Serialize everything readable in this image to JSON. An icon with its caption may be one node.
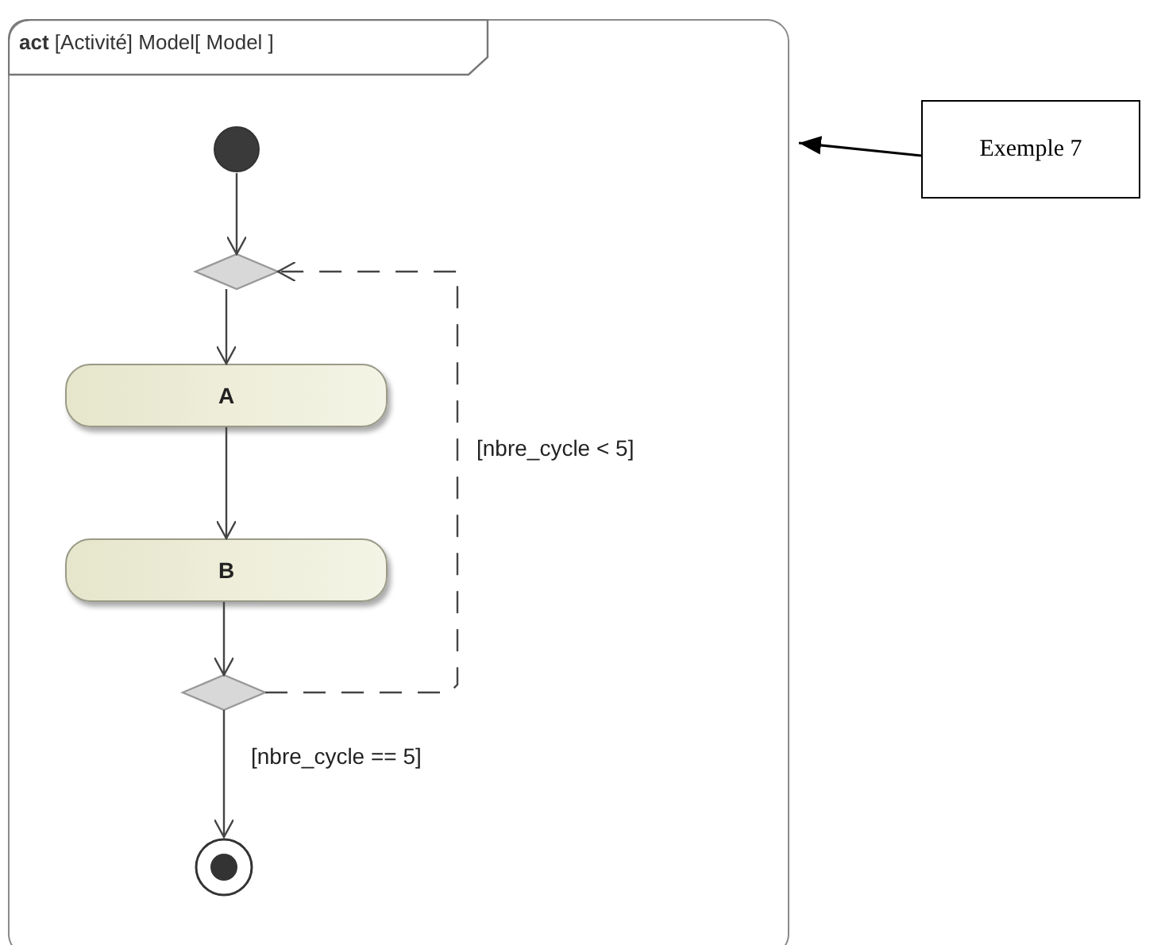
{
  "diagram": {
    "nodes": [
      {
        "text": [
          "**act** [Activité] Model[ Model ]"
        ]
      },
      {
        "text": [],
        "shape": "circle",
        "in": 0
      },
      {
        "text": [],
        "shape": "diamond",
        "in": 0
      },
      {
        "text": [
          "A"
        ],
        "in": 0
      },
      {
        "text": [
          "B"
        ],
        "in": 0
      },
      {
        "text": [],
        "shape": "diamond",
        "in": 0
      },
      {
        "text": [],
        "shape": "circle",
        "in": 0
      },
      {
        "text": [
          "Exemple 7"
        ]
      }
    ],
    "edges": [
      {
        "from": 1,
        "to": 2,
        "arrow": "to"
      },
      {
        "from": 2,
        "to": 3,
        "arrow": "to"
      },
      {
        "from": 3,
        "to": 4,
        "arrow": "to"
      },
      {
        "from": 4,
        "to": 5,
        "arrow": "to"
      },
      {
        "from": 5,
        "to": 2,
        "arrow": "to",
        "label": "[nbre_cycle < 5]",
        "style": "dashed"
      },
      {
        "from": 5,
        "to": 6,
        "arrow": "to",
        "label": "[nbre_cycle == 5]"
      },
      {
        "from": 7,
        "to": 0,
        "arrow": "to"
      }
    ]
  }
}
